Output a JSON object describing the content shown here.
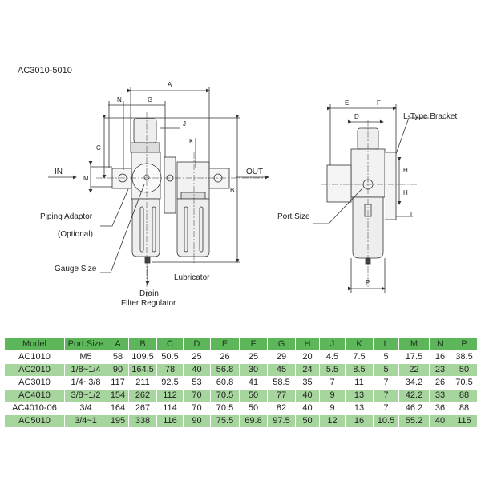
{
  "title": "AC3010-5010",
  "labels": {
    "in": "IN",
    "out": "OUT",
    "piping_adaptor": "Piping Adaptor",
    "optional": "(Optional)",
    "gauge_size": "Gauge Size",
    "lubricator": "Lubricator",
    "drain": "Drain",
    "filter_regulator": "Filter Regulator",
    "port_size": "Port Size",
    "l_type_bracket": "L-Type Bracket",
    "dim_A": "A",
    "dim_B": "B",
    "dim_C": "C",
    "dim_D": "D",
    "dim_E": "E",
    "dim_F": "F",
    "dim_G": "G",
    "dim_H": "H",
    "dim_J": "J",
    "dim_K": "K",
    "dim_L": "L",
    "dim_M": "M",
    "dim_N": "N",
    "dim_P": "P"
  },
  "table": {
    "headers": [
      "Model",
      "Port Size",
      "A",
      "B",
      "C",
      "D",
      "E",
      "F",
      "G",
      "H",
      "J",
      "K",
      "L",
      "M",
      "N",
      "P"
    ],
    "rows": [
      [
        "AC1010",
        "M5",
        "58",
        "109.5",
        "50.5",
        "25",
        "26",
        "25",
        "29",
        "20",
        "4.5",
        "7.5",
        "5",
        "17.5",
        "16",
        "38.5"
      ],
      [
        "AC2010",
        "1/8~1/4",
        "90",
        "164.5",
        "78",
        "40",
        "56.8",
        "30",
        "45",
        "24",
        "5.5",
        "8.5",
        "5",
        "22",
        "23",
        "50"
      ],
      [
        "AC3010",
        "1/4~3/8",
        "117",
        "211",
        "92.5",
        "53",
        "60.8",
        "41",
        "58.5",
        "35",
        "7",
        "11",
        "7",
        "34.2",
        "26",
        "70.5"
      ],
      [
        "AC4010",
        "3/8~1/2",
        "154",
        "262",
        "112",
        "70",
        "70.5",
        "50",
        "77",
        "40",
        "9",
        "13",
        "7",
        "42.2",
        "33",
        "88"
      ],
      [
        "AC4010-06",
        "3/4",
        "164",
        "267",
        "114",
        "70",
        "70.5",
        "50",
        "82",
        "40",
        "9",
        "13",
        "7",
        "46.2",
        "36",
        "88"
      ],
      [
        "AC5010",
        "3/4~1",
        "195",
        "338",
        "116",
        "90",
        "75.5",
        "69.8",
        "97.5",
        "50",
        "12",
        "16",
        "10.5",
        "55.2",
        "40",
        "115"
      ]
    ]
  },
  "colors": {
    "header": "#5db65a",
    "alt_row": "#a6d59d"
  }
}
